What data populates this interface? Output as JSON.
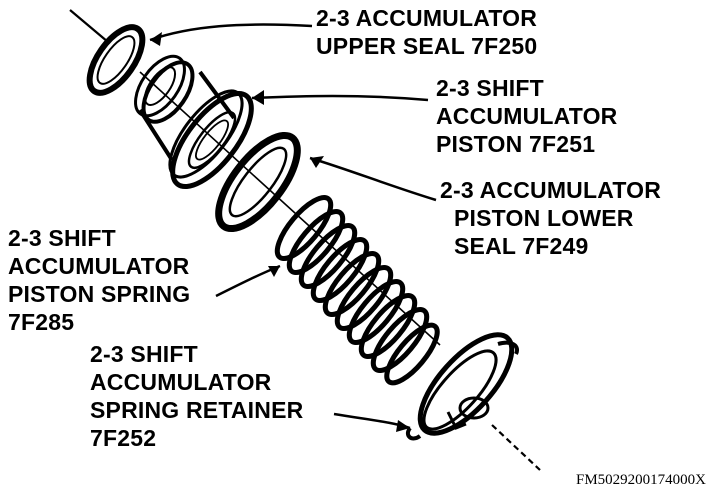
{
  "callouts": [
    {
      "id": "upper-seal",
      "lines": [
        "2-3 ACCUMULATOR",
        "UPPER SEAL 7F250"
      ]
    },
    {
      "id": "shift-piston",
      "lines": [
        "2-3 SHIFT",
        "ACCUMULATOR",
        "PISTON 7F251"
      ]
    },
    {
      "id": "lower-seal",
      "lines": [
        "2-3 ACCUMULATOR",
        "PISTON LOWER",
        "SEAL 7F249"
      ]
    },
    {
      "id": "piston-spring",
      "lines": [
        "2-3 SHIFT",
        "ACCUMULATOR",
        "PISTON SPRING",
        "7F285"
      ]
    },
    {
      "id": "spring-retainer",
      "lines": [
        "2-3 SHIFT",
        "ACCUMULATOR",
        "SPRING RETAINER",
        "7F252"
      ]
    }
  ],
  "figure_ref": "FM5029200174000X",
  "colors": {
    "ink": "#000000",
    "paper": "#ffffff"
  }
}
